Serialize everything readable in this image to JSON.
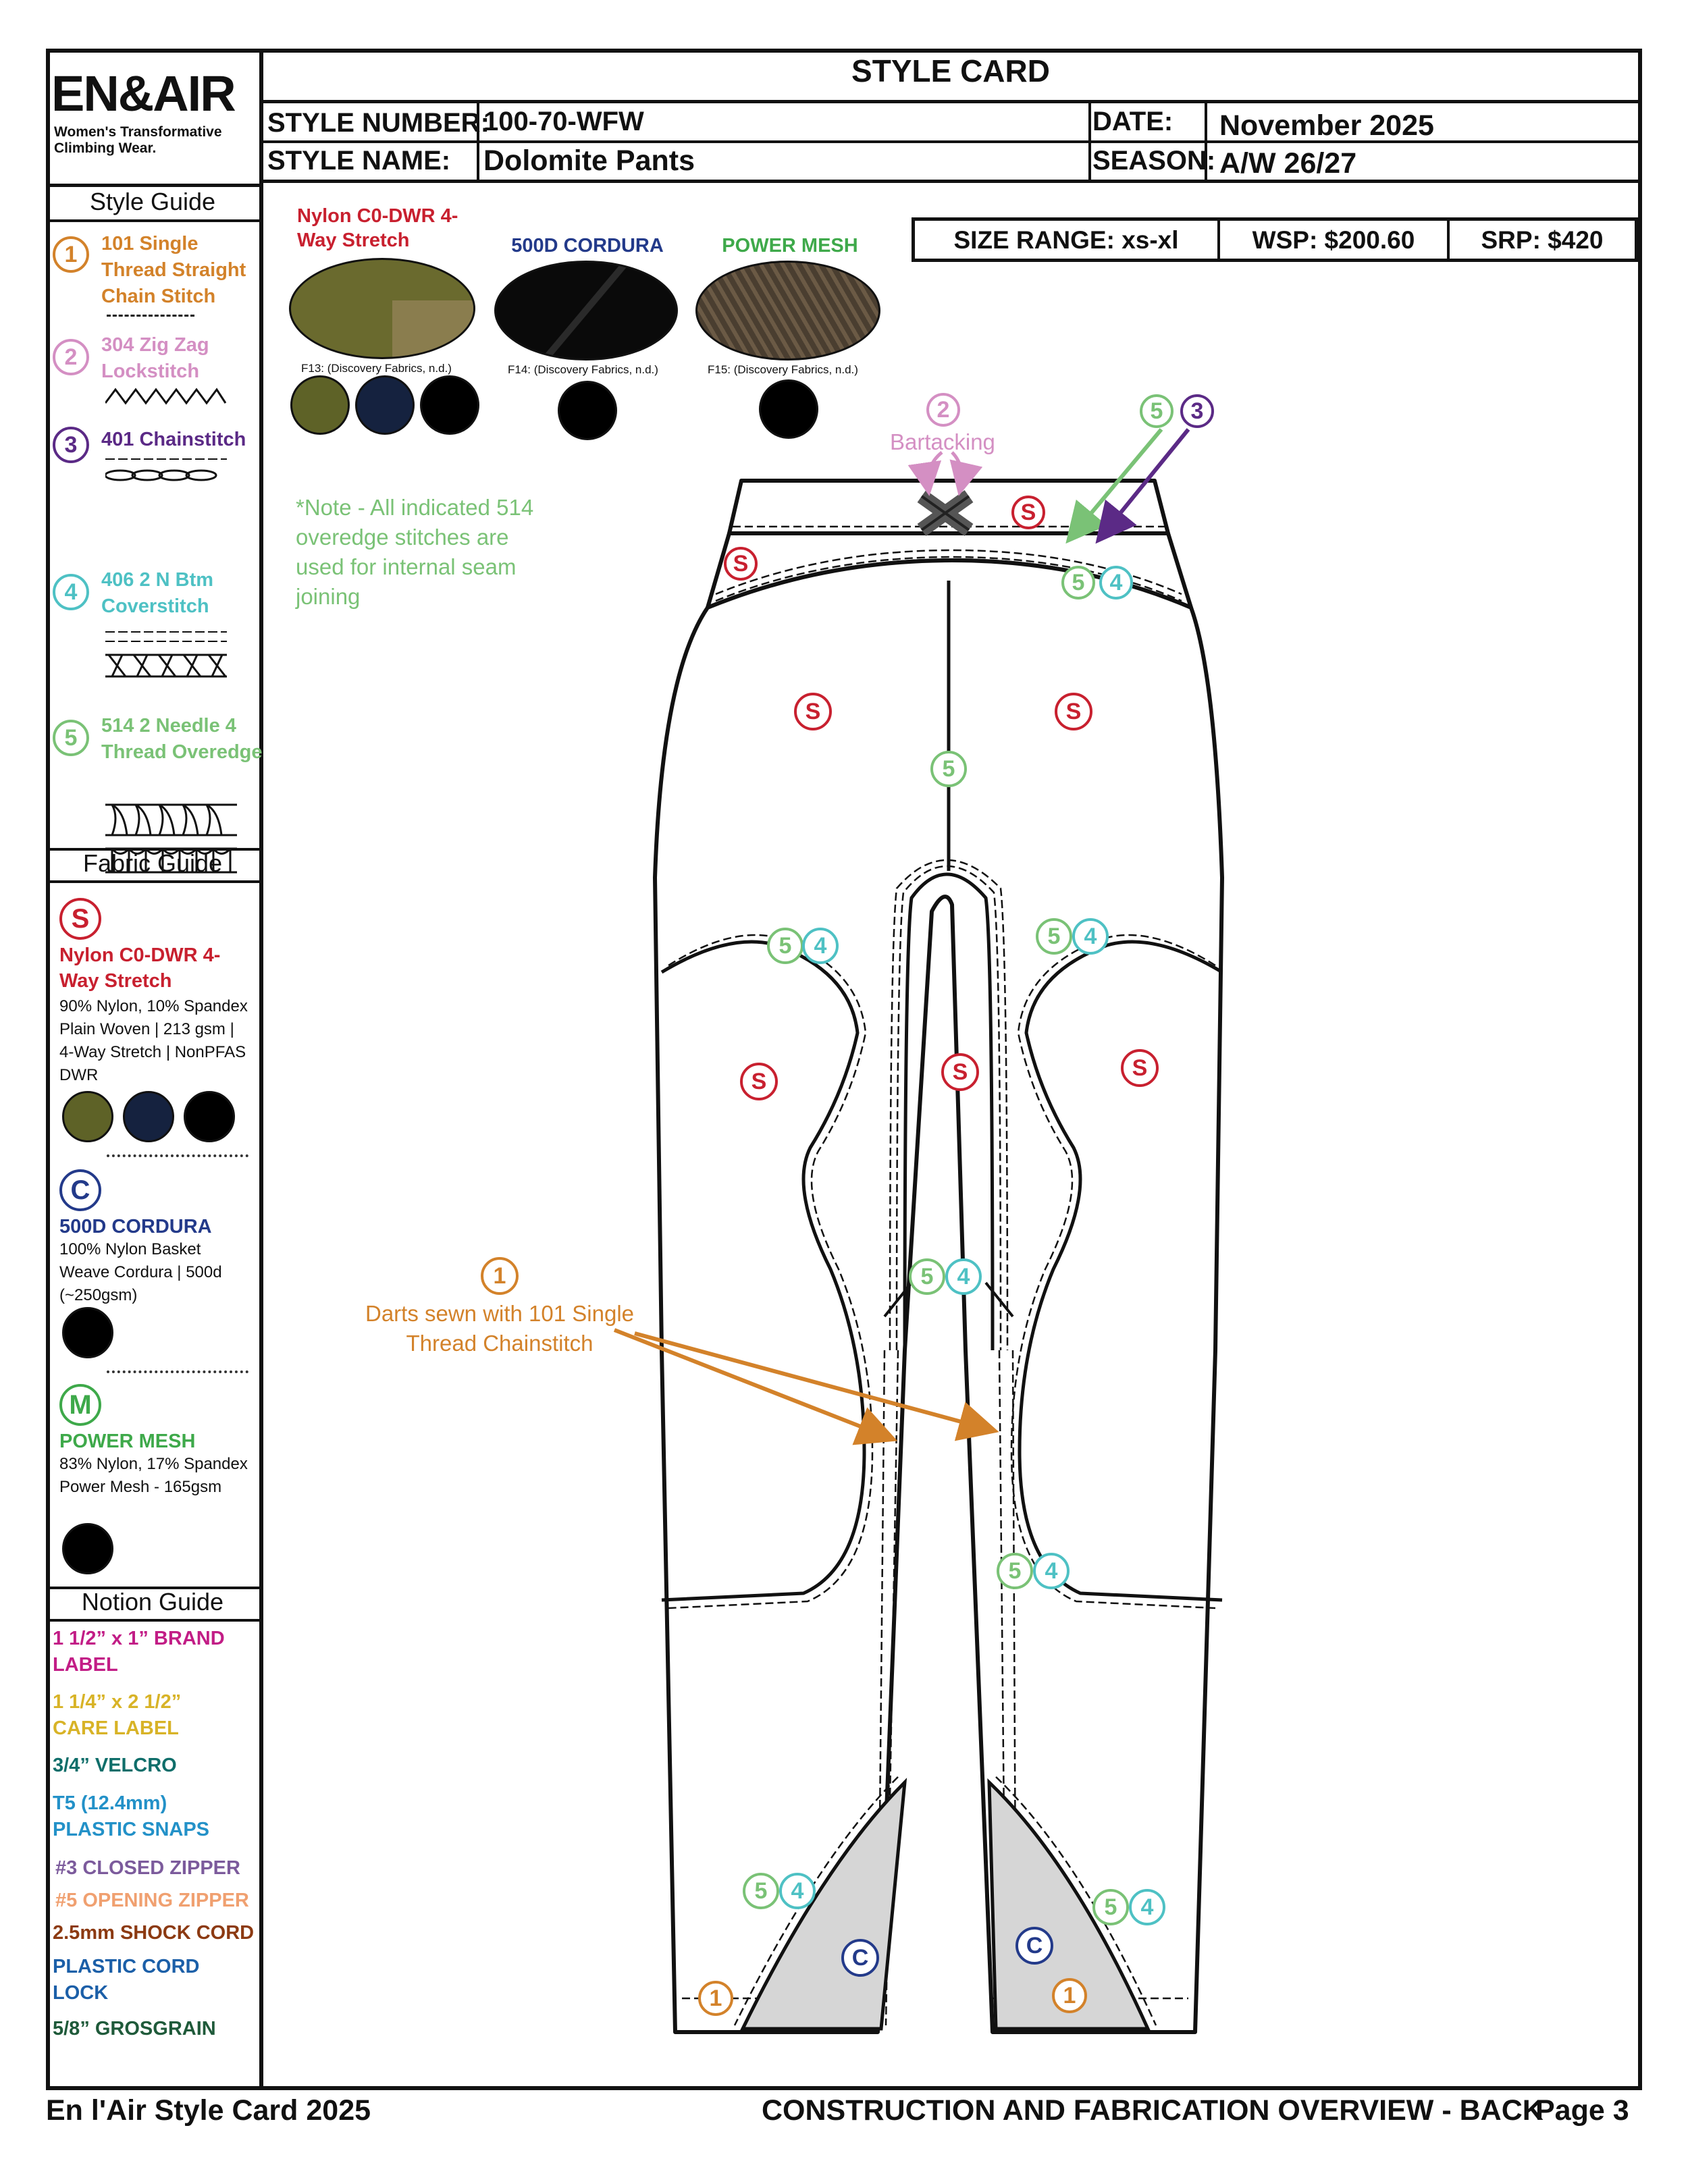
{
  "brand": {
    "logo": "EN&AIR",
    "tagline_line1": "Women's Transformative",
    "tagline_line2": "Climbing Wear."
  },
  "header": {
    "title": "STYLE CARD",
    "style_number_label": "STYLE NUMBER:",
    "style_number": "100-70-WFW",
    "date_label": "DATE:",
    "date": "November 2025",
    "style_name_label": "STYLE NAME:",
    "style_name": "Dolomite Pants",
    "season_label": "SEASON:",
    "season": "A/W 26/27"
  },
  "pricing": {
    "size_range": "SIZE RANGE: xs-xl",
    "wsp": "WSP: $200.60",
    "srp": "SRP: $420"
  },
  "style_guide": {
    "title": "Style Guide",
    "items": [
      {
        "num": "1",
        "label": "101 Single Thread Straight Chain Stitch",
        "color": "#d3822a"
      },
      {
        "num": "2",
        "label": "304 Zig Zag Lockstitch",
        "color": "#d48fc3"
      },
      {
        "num": "3",
        "label": "401 Chainstitch",
        "color": "#5b2a86"
      },
      {
        "num": "4",
        "label": "406 2 N Btm Coverstitch",
        "color": "#4ec1c4"
      },
      {
        "num": "5",
        "label": "514 2 Needle 4 Thread Overedge",
        "color": "#7ac276"
      }
    ]
  },
  "fabric_guide": {
    "title": "Fabric Guide",
    "fabrics": [
      {
        "symbol": "S",
        "color": "#c8202f",
        "name": "Nylon C0-DWR 4-Way Stretch",
        "desc": "90% Nylon, 10% Spandex Plain Woven | 213 gsm | 4-Way Stretch | NonPFAS DWR",
        "swatches": [
          "#5e6227",
          "#15223f",
          "#000000"
        ]
      },
      {
        "symbol": "C",
        "color": "#233a8a",
        "name": "500D CORDURA",
        "desc": "100% Nylon Basket Weave Cordura | 500d (~250gsm)",
        "swatches": [
          "#000000"
        ]
      },
      {
        "symbol": "M",
        "color": "#3ea94a",
        "name": "POWER MESH",
        "desc": "83% Nylon, 17% Spandex Power Mesh - 165gsm",
        "swatches": [
          "#000000"
        ]
      }
    ]
  },
  "notion_guide": {
    "title": "Notion Guide",
    "items": [
      {
        "label": "1 1/2” x 1” BRAND LABEL",
        "color": "#c21d86"
      },
      {
        "label": "1 1/4” x 2 1/2” CARE LABEL",
        "color": "#d8b327"
      },
      {
        "label": "3/4” VELCRO",
        "color": "#0f6e6a"
      },
      {
        "label": "T5 (12.4mm) PLASTIC SNAPS",
        "color": "#2391c8"
      },
      {
        "label": "#3 CLOSED ZIPPER",
        "color": "#7c5b9c"
      },
      {
        "label": "#5 OPENING ZIPPER",
        "color": "#f0a070"
      },
      {
        "label": "2.5mm SHOCK CORD",
        "color": "#8c3a12"
      },
      {
        "label": "PLASTIC CORD LOCK",
        "color": "#1b5fa8"
      },
      {
        "label": "5/8” GROSGRAIN",
        "color": "#1f5a3a"
      }
    ]
  },
  "fabric_samples": [
    {
      "head": "Nylon C0-DWR 4-Way Stretch",
      "color": "#c8202f",
      "credit": "F13: (Discovery Fabrics, n.d.)",
      "swatches": [
        "#5e6227",
        "#15223f",
        "#000000"
      ]
    },
    {
      "head": "500D CORDURA",
      "color": "#233a8a",
      "credit": "F14: (Discovery Fabrics, n.d.)",
      "swatches": [
        "#000000"
      ]
    },
    {
      "head": "POWER MESH",
      "color": "#3ea94a",
      "credit": "F15: (Discovery Fabrics, n.d.)",
      "swatches": [
        "#000000"
      ]
    }
  ],
  "note": "*Note - All indicated 514 overedge stitches are used for internal seam joining",
  "annotations": {
    "bartacking": "Bartacking",
    "darts_line1": "Darts sewn with 101 Single",
    "darts_line2": "Thread Chainstitch",
    "five": "5",
    "four": "4",
    "three": "3",
    "two": "2",
    "one": "1",
    "s": "S",
    "c": "C"
  },
  "footer": {
    "left": "En l'Air Style Card 2025",
    "right": "CONSTRUCTION AND FABRICATION OVERVIEW - BACK",
    "page": "Page 3"
  }
}
